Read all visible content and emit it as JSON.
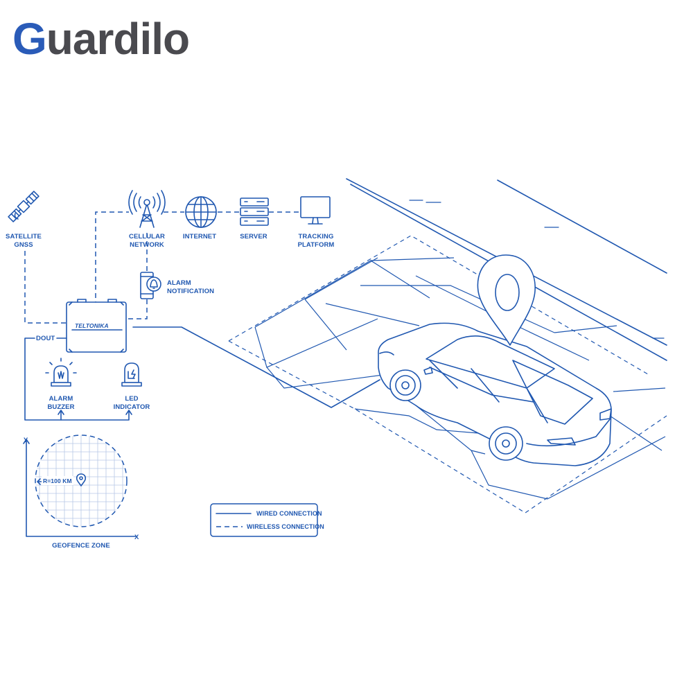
{
  "brand": {
    "logo_text": "Guardilo",
    "logo_first": "G",
    "logo_rest": "uardilo",
    "colors": {
      "logo_g": "#2a5bb8",
      "logo_rest": "#4a4a4f",
      "line": "#1f57b0"
    }
  },
  "nodes": {
    "satellite": {
      "line1": "SATELLITE",
      "line2": "GNSS",
      "icon": "satellite-icon"
    },
    "cellular": {
      "line1": "CELLULAR",
      "line2": "NETWORK",
      "icon": "cell-tower-icon"
    },
    "internet": {
      "line1": "INTERNET",
      "icon": "globe-icon"
    },
    "server": {
      "line1": "SERVER",
      "icon": "server-icon"
    },
    "tracking": {
      "line1": "TRACKING",
      "line2": "PLATFORM",
      "icon": "monitor-icon"
    },
    "alarm_notification": {
      "line1": "ALARM",
      "line2": "NOTIFICATION",
      "icon": "phone-bell-icon"
    },
    "device": {
      "brand": "TELTONIKA",
      "icon": "tracker-device-icon"
    },
    "dout": {
      "label": "DOUT"
    },
    "alarm_buzzer": {
      "line1": "ALARM",
      "line2": "BUZZER",
      "icon": "siren-icon"
    },
    "led_indicator": {
      "line1": "LED",
      "line2": "INDICATOR",
      "icon": "led-icon"
    }
  },
  "geofence": {
    "y_axis": "Y",
    "x_axis": "X",
    "radius_label": "R=100 KM",
    "caption": "GEOFENCE ZONE",
    "icon": "location-pin-icon"
  },
  "legend": {
    "wired": "WIRED CONNECTION",
    "wireless": "WIRELESS CONNECTION"
  },
  "scene": {
    "vehicle_icon": "car-icon",
    "pin_icon": "map-pin-icon"
  }
}
